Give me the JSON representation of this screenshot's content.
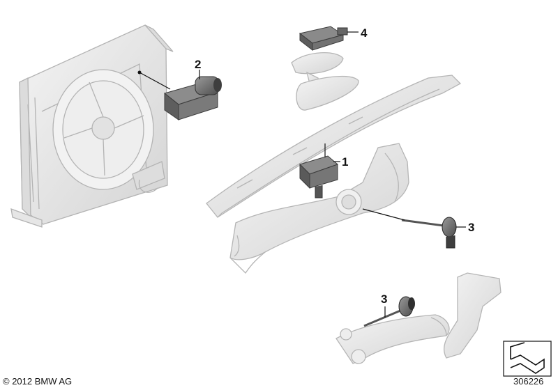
{
  "callouts": [
    {
      "id": "1",
      "label": "1"
    },
    {
      "id": "2",
      "label": "2"
    },
    {
      "id": "3a",
      "label": "3"
    },
    {
      "id": "3b",
      "label": "3"
    },
    {
      "id": "4",
      "label": "4"
    }
  ],
  "copyright": "© 2012 BMW AG",
  "figure_number": "306226",
  "colors": {
    "outline": "#b8b8b8",
    "part_fill": "#ececec",
    "dark_part": "#6a6a6a",
    "ink": "#111111"
  }
}
